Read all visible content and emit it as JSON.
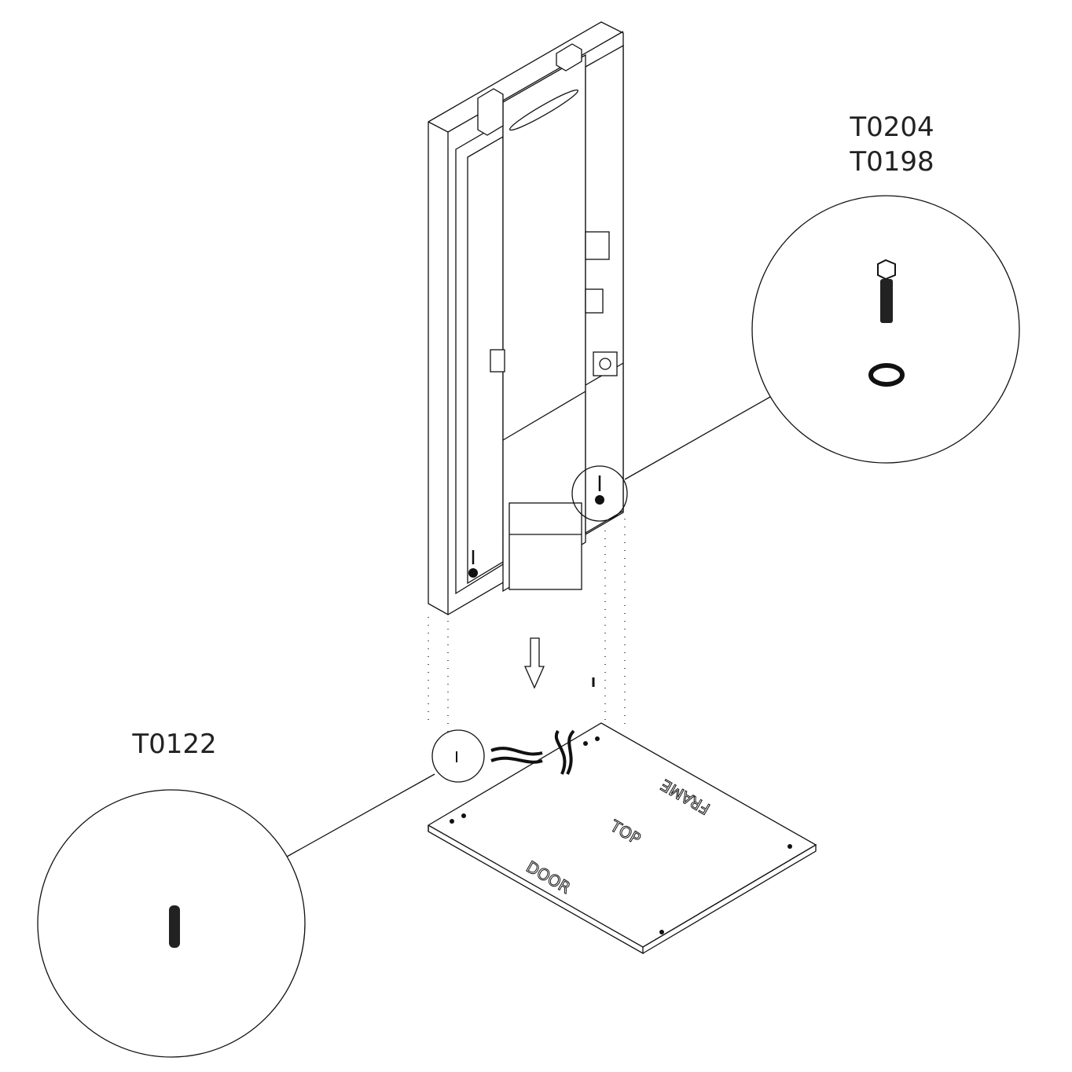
{
  "callouts": {
    "right": {
      "part_numbers": [
        "T0204",
        "T0198"
      ],
      "contents": [
        "hex-bolt",
        "washer"
      ]
    },
    "left": {
      "part_numbers": [
        "T0122"
      ],
      "contents": [
        "dowel-pin"
      ]
    }
  },
  "board_labels": {
    "top": "TOP",
    "door": "DOOR",
    "frame": "FRAME"
  }
}
